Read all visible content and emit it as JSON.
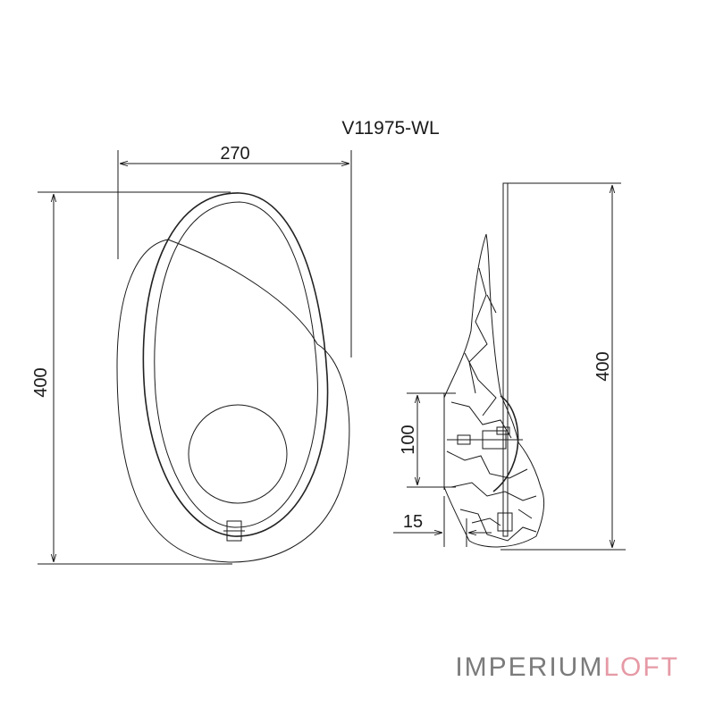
{
  "title": "V11975-WL",
  "dimensions": {
    "front_width": "270",
    "front_height": "400",
    "side_height": "400",
    "mount_height": "100",
    "mount_depth": "15"
  },
  "brand": {
    "part1": "IMPERIUM",
    "part2": "LOFT",
    "color_part1": "#7b7b7b",
    "color_part2": "#e69aa6"
  }
}
